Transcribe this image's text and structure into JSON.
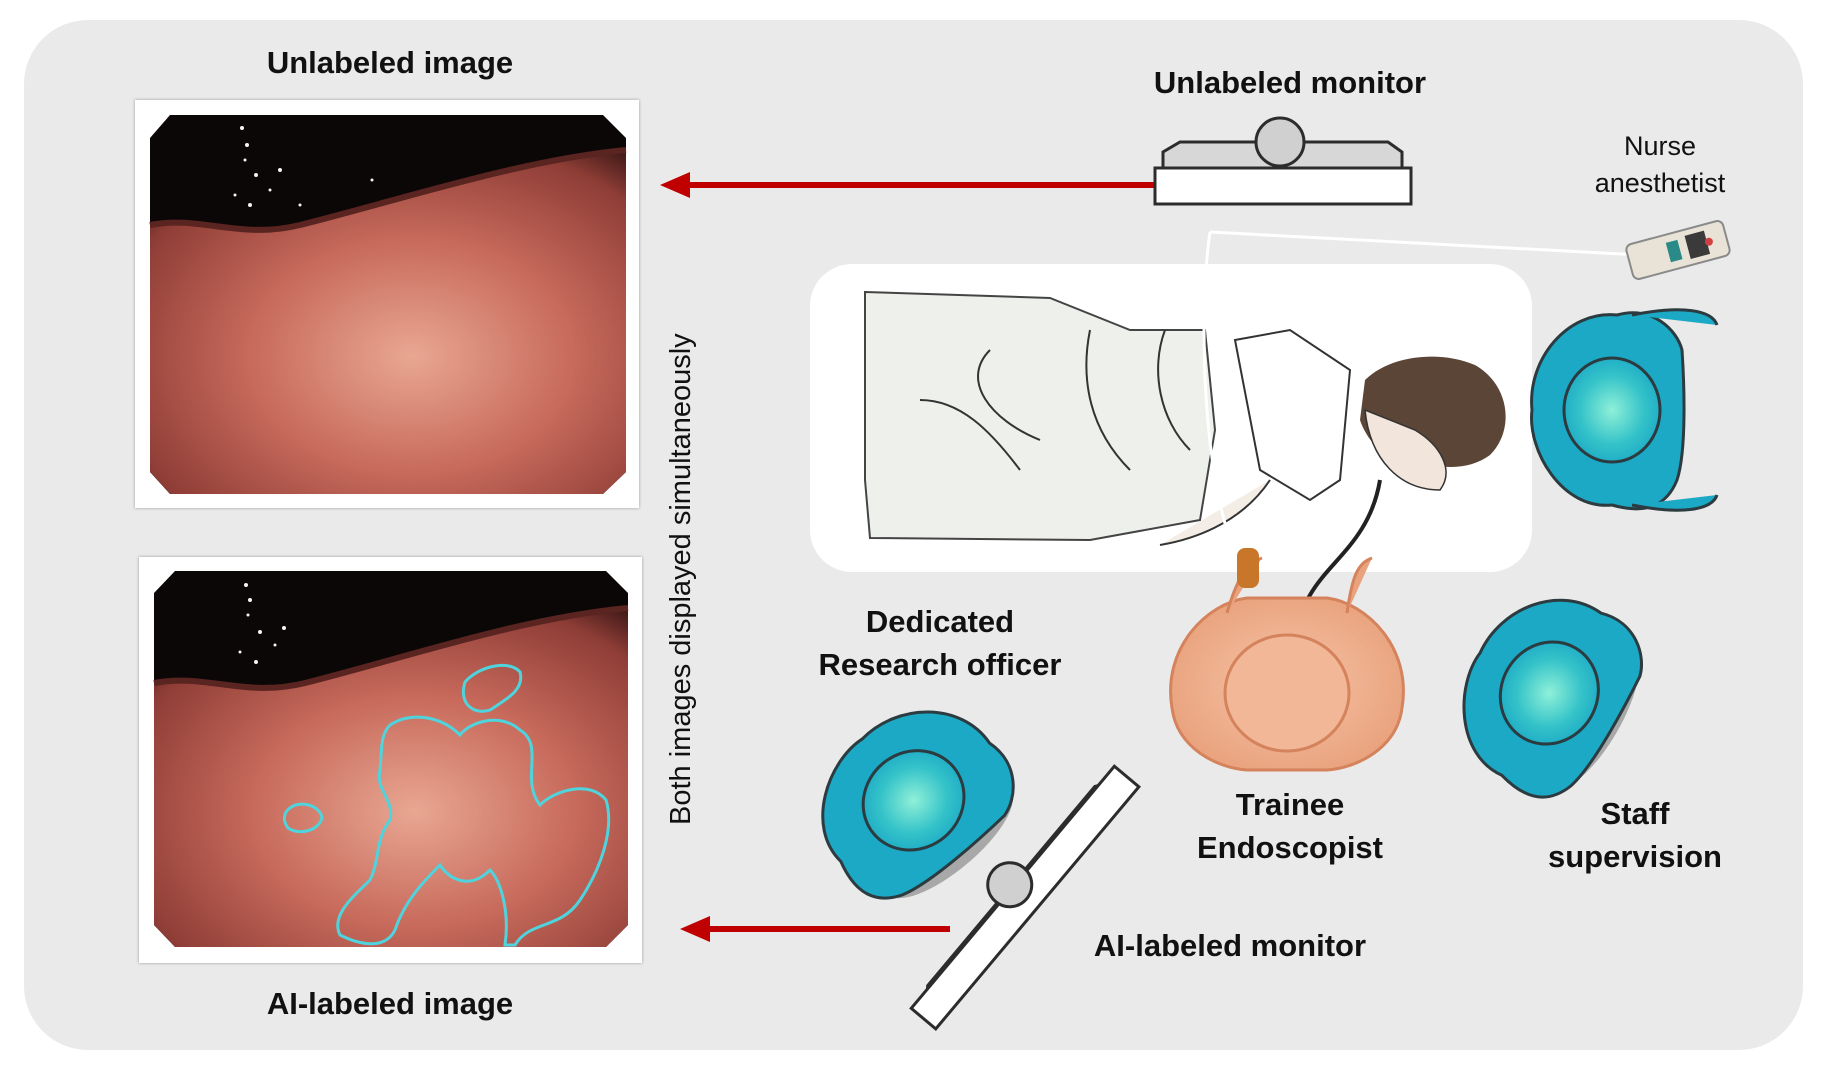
{
  "labels": {
    "unlabeled_image": "Unlabeled image",
    "ai_labeled_image": "AI-labeled image",
    "unlabeled_monitor": "Unlabeled monitor",
    "ai_labeled_monitor": "AI-labeled monitor",
    "nurse_line1": "Nurse",
    "nurse_line2": "anesthetist",
    "research_line1": "Dedicated",
    "research_line2": "Research officer",
    "trainee_line1": "Trainee",
    "trainee_line2": "Endoscopist",
    "staff_line1": "Staff",
    "staff_line2": "supervision",
    "simultaneous": "Both images displayed simultaneously"
  },
  "colors": {
    "panel": "#eaeaea",
    "arrow": "#c00000",
    "staff_gown": "#1ba9c6",
    "trainee_gown": "#e9a27d",
    "ai_contour": "#4fd4dd",
    "mucosa": "#b8574e"
  }
}
